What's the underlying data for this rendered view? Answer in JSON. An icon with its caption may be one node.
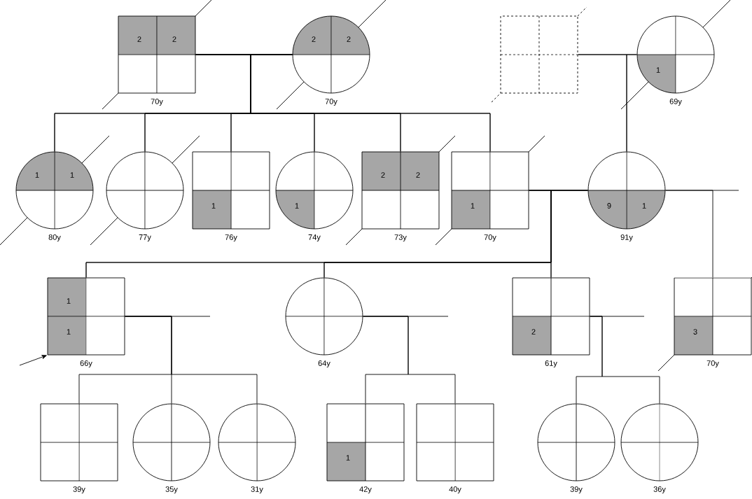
{
  "diagram": {
    "nodes": [
      {
        "text": [
          "2",
          "2"
        ],
        "beside": [
          "70y"
        ]
      },
      {
        "text": [
          "2",
          "2"
        ],
        "beside": [
          "70y"
        ]
      },
      {
        "text": [],
        "shape": "box"
      },
      {
        "text": [
          "1"
        ],
        "beside": [
          "69y"
        ]
      },
      {
        "text": [
          "1",
          "1"
        ],
        "beside": [
          "80y"
        ]
      },
      {
        "text": [],
        "shape": "circle",
        "beside": [
          "77y"
        ]
      },
      {
        "text": [
          "1"
        ],
        "beside": [
          "76y"
        ]
      },
      {
        "text": [
          "1"
        ],
        "beside": [
          "74y"
        ]
      },
      {
        "text": [
          "2",
          "2"
        ],
        "beside": [
          "73y"
        ]
      },
      {
        "text": [
          "1"
        ],
        "beside": [
          "70y"
        ]
      },
      {
        "text": [
          "9",
          "1"
        ],
        "beside": [
          "91y"
        ]
      },
      {
        "text": [
          "1",
          "1"
        ],
        "beside": [
          "66y"
        ]
      },
      {
        "text": [],
        "shape": "circle",
        "beside": [
          "64y"
        ]
      },
      {
        "text": [
          "2"
        ],
        "beside": [
          "61y"
        ]
      },
      {
        "text": [
          "3"
        ],
        "beside": [
          "70y"
        ]
      },
      {
        "text": [],
        "shape": "box",
        "beside": [
          "39y"
        ]
      },
      {
        "text": [],
        "shape": "circle",
        "beside": [
          "35y"
        ]
      },
      {
        "text": [],
        "shape": "circle",
        "beside": [
          "31y"
        ]
      },
      {
        "text": [
          "1"
        ],
        "beside": [
          "42y"
        ]
      },
      {
        "text": [],
        "shape": "box",
        "beside": [
          "40y"
        ]
      },
      {
        "text": [],
        "shape": "circle",
        "beside": [
          "39y"
        ]
      },
      {
        "text": [],
        "shape": "circle",
        "beside": [
          "36y"
        ]
      }
    ],
    "edges": [
      {
        "from": 0,
        "to": 1,
        "arrow": "none"
      },
      {
        "from": 2,
        "to": 3,
        "arrow": "none"
      },
      {
        "from": 9,
        "to": 10,
        "arrow": "none"
      },
      {
        "from": 10,
        "to": null,
        "arrow": "none"
      },
      {
        "from": 11,
        "to": null,
        "arrow": "none"
      },
      {
        "from": 12,
        "to": null,
        "arrow": "none"
      },
      {
        "from": 13,
        "to": null,
        "arrow": "none"
      },
      {
        "from": 0,
        "to": 4,
        "arrow": "none"
      },
      {
        "from": 0,
        "to": 5,
        "arrow": "none"
      },
      {
        "from": 0,
        "to": 6,
        "arrow": "none"
      },
      {
        "from": 0,
        "to": 7,
        "arrow": "none"
      },
      {
        "from": 0,
        "to": 8,
        "arrow": "none"
      },
      {
        "from": 0,
        "to": 9,
        "arrow": "none"
      },
      {
        "from": 3,
        "to": 10,
        "arrow": "none"
      },
      {
        "from": 9,
        "to": 11,
        "arrow": "none"
      },
      {
        "from": 9,
        "to": 12,
        "arrow": "none"
      },
      {
        "from": 9,
        "to": 13,
        "arrow": "none"
      },
      {
        "from": 10,
        "to": 14,
        "arrow": "none"
      },
      {
        "from": 11,
        "to": 15,
        "arrow": "none"
      },
      {
        "from": 11,
        "to": 16,
        "arrow": "none"
      },
      {
        "from": 11,
        "to": 17,
        "arrow": "none"
      },
      {
        "from": 12,
        "to": 18,
        "arrow": "none"
      },
      {
        "from": 12,
        "to": 19,
        "arrow": "none"
      },
      {
        "from": 13,
        "to": 20,
        "arrow": "none"
      },
      {
        "from": 13,
        "to": 21,
        "arrow": "none"
      },
      {
        "from": null,
        "to": 11,
        "arrow": "to"
      },
      {
        "from": 1,
        "to": 4,
        "arrow": "none"
      },
      {
        "from": 1,
        "to": 5,
        "arrow": "none"
      },
      {
        "from": 1,
        "to": 6,
        "arrow": "none"
      },
      {
        "from": 1,
        "to": 7,
        "arrow": "none"
      },
      {
        "from": 1,
        "to": 8,
        "arrow": "none"
      },
      {
        "from": 1,
        "to": 9,
        "arrow": "none"
      },
      {
        "from": 2,
        "to": 10,
        "arrow": "none"
      },
      {
        "from": 10,
        "to": 11,
        "arrow": "none"
      },
      {
        "from": 10,
        "to": 12,
        "arrow": "none"
      },
      {
        "from": 10,
        "to": 13,
        "arrow": "none"
      }
    ]
  }
}
